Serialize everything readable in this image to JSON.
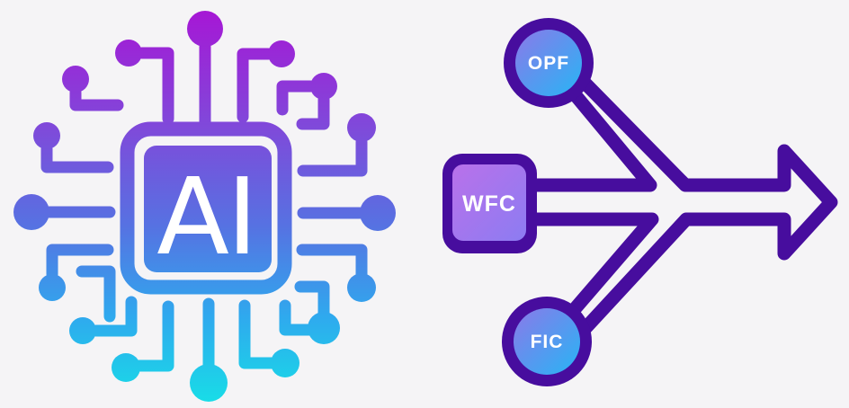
{
  "colors": {
    "background": "#f5f4f6",
    "outline_purple": "#470d9e",
    "text_white": "#ffffff"
  },
  "ai_chip": {
    "label": "AI",
    "gradient_top": "#a617d5",
    "gradient_upper_mid": "#7f4ada",
    "gradient_mid": "#5672e2",
    "gradient_lower_mid": "#2fa9ee",
    "gradient_bottom": "#18dde7"
  },
  "merge_diagram": {
    "outline_color": "#470d9e",
    "arrow_direction": "right",
    "nodes": [
      {
        "id": "opf",
        "label": "OPF",
        "shape": "circle",
        "gradient_from": "#8b79e9",
        "gradient_to": "#27b5f5"
      },
      {
        "id": "wfc",
        "label": "WFC",
        "shape": "rounded-square",
        "gradient_from": "#b971ea",
        "gradient_to": "#8c7cf2"
      },
      {
        "id": "fic",
        "label": "FIC",
        "shape": "circle",
        "gradient_from": "#8b79e9",
        "gradient_to": "#27b5f5"
      }
    ],
    "connections": [
      {
        "from": "OPF",
        "to": "arrow"
      },
      {
        "from": "WFC",
        "to": "arrow"
      },
      {
        "from": "FIC",
        "to": "arrow"
      }
    ]
  }
}
